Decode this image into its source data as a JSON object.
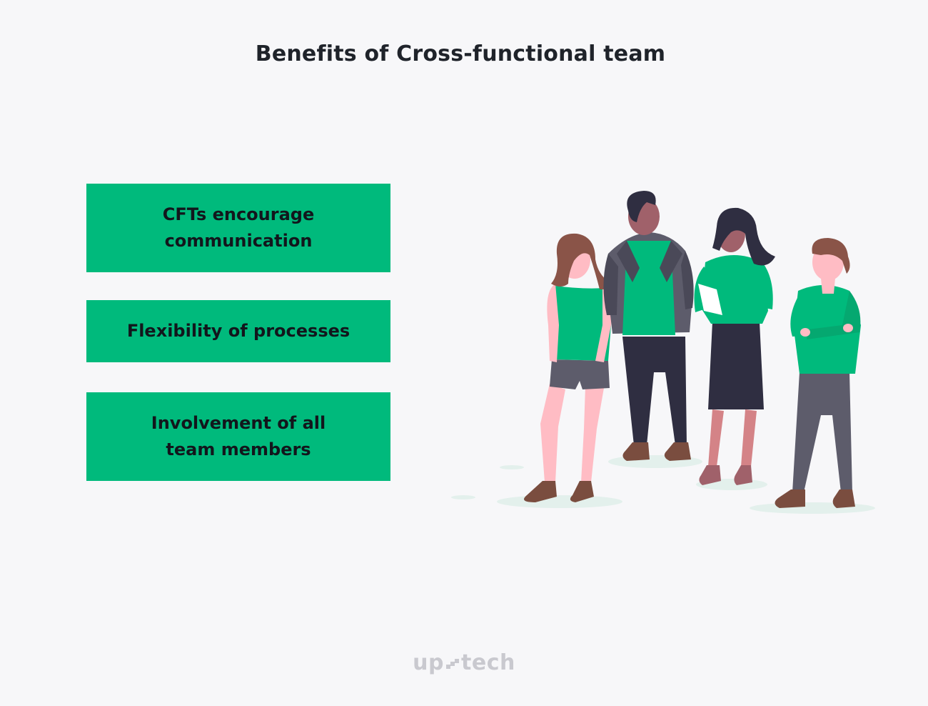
{
  "title": "Benefits of Cross-functional team",
  "benefits": [
    {
      "label": "CFTs encourage communication"
    },
    {
      "label": "Flexibility of processes"
    },
    {
      "label": "Involvement of all team members"
    }
  ],
  "logo": {
    "left": "up",
    "right": "tech"
  },
  "colors": {
    "accent": "#00ba7c",
    "background": "#f7f7f9",
    "title": "#1f232a",
    "logo": "#c9c9cf"
  },
  "illustration": {
    "icon": "team-of-four-people-illustration"
  }
}
